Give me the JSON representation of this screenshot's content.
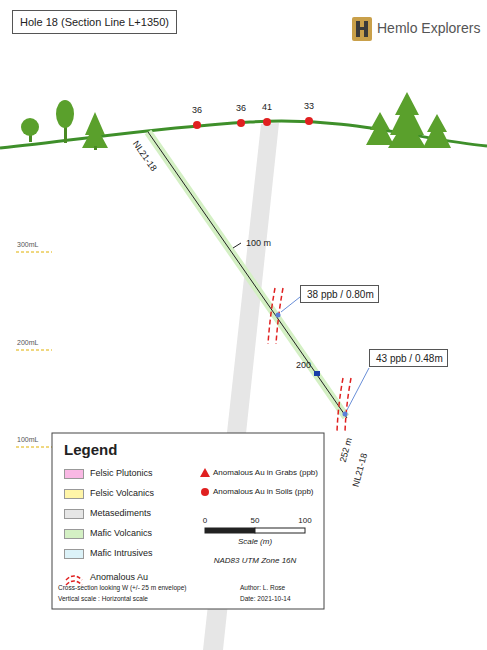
{
  "diagram": {
    "title": "Hole 18 (Section Line L+1350)",
    "nodes": [
      {
        "text": [
          "38 ppb / 0.80m"
        ]
      },
      {
        "text": [
          "43 ppb / 0.48m"
        ]
      }
    ],
    "labels": [
      "Hemlo Explorers",
      "36",
      "36",
      "41",
      "33",
      "NL21-18",
      "100 m",
      "200",
      "252 m",
      "NL21-18",
      "300mL",
      "200mL",
      "100mL",
      "Legend",
      "0",
      "50",
      "100",
      "Scale (m)",
      "NAD83 UTM Zone 16N",
      "Cross-section looking W (+/- 25 m envelope)",
      "Vertical scale : Horizontal scale",
      "Author: L. Rose",
      "Date: 2021-10-14"
    ],
    "legend": [
      {
        "text": "Felsic Plutonics",
        "color": "#f9b8e4"
      },
      {
        "text": "Felsic Volcanics",
        "color": "#fff5a8"
      },
      {
        "text": "Metasediments",
        "color": "#e6e6e6"
      },
      {
        "text": "Mafic Volcanics",
        "color": "#d4f0c4"
      },
      {
        "text": "Mafic Intrusives",
        "color": "#dcf2f8"
      },
      {
        "text": "Anomalous Au"
      },
      {
        "text": "Anomalous Au in Grabs (ppb)"
      },
      {
        "text": "Anomalous Au in Soils (ppb)"
      }
    ]
  }
}
